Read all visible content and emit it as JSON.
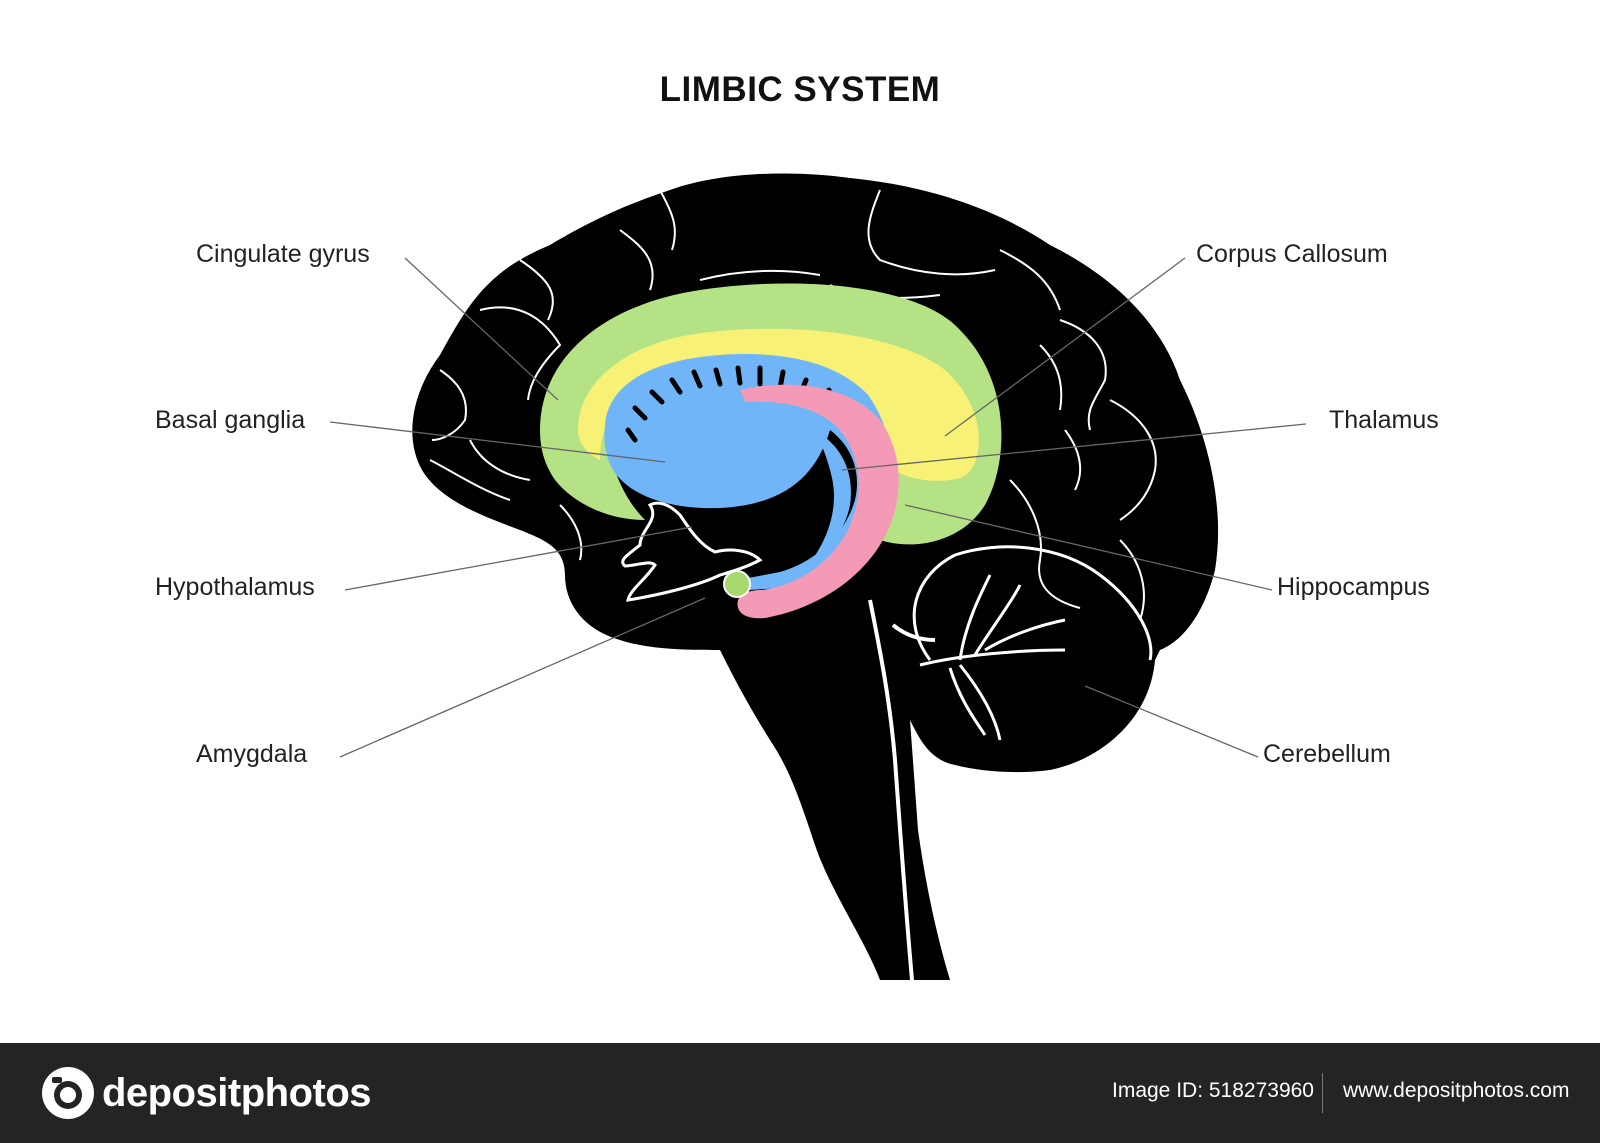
{
  "title": "LIMBIC SYSTEM",
  "labels": {
    "cingulate_gyrus": "Cingulate gyrus",
    "basal_ganglia": "Basal ganglia",
    "hypothalamus": "Hypothalamus",
    "amygdala": "Amygdala",
    "corpus_callosum": "Corpus Callosum",
    "thalamus": "Thalamus",
    "hippocampus": "Hippocampus",
    "cerebellum": "Cerebellum"
  },
  "colors": {
    "brain": "#000000",
    "cingulate_gyrus": "#b5e285",
    "corpus_callosum": "#f7f275",
    "thalamus": "#6fb5f7",
    "hippocampus": "#f49ab6",
    "amygdala": "#a6d86e",
    "leader_lines": "#555555",
    "footer_bg": "#242424"
  },
  "footer": {
    "brand": "depositphotos",
    "image_id": "Image ID: 518273960",
    "url": "www.depositphotos.com"
  }
}
